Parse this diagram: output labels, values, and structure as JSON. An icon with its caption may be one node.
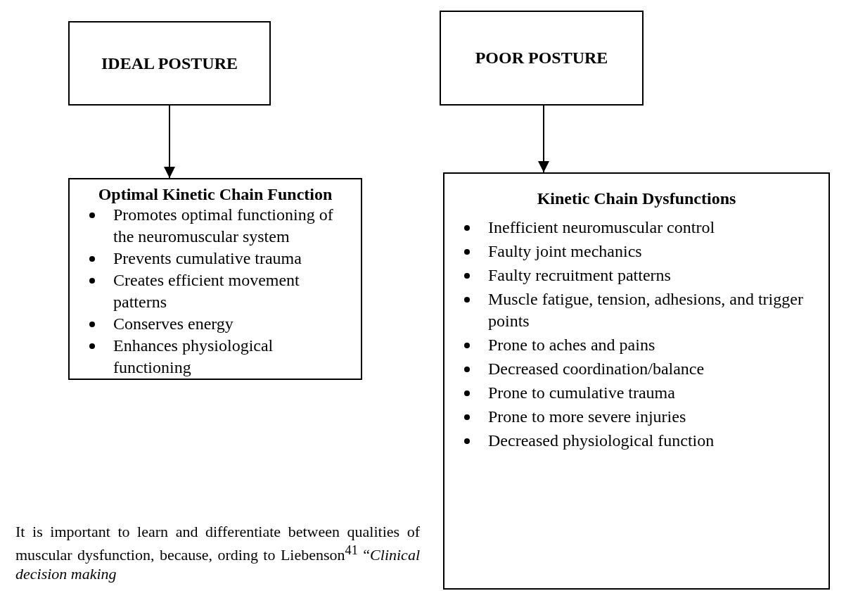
{
  "diagram": {
    "nodes": [
      {
        "text": [
          "IDEAL POSTURE"
        ]
      },
      {
        "text": [
          "POOR POSTURE"
        ]
      },
      {
        "text": [
          "Optimal Kinetic Chain Function",
          "Promotes optimal functioning of the neuromuscular system",
          "Prevents cumulative trauma",
          "Creates efficient movement patterns",
          "Conserves energy",
          "Enhances physiological functioning"
        ]
      },
      {
        "text": [
          "Kinetic Chain Dysfunctions",
          "Inefficient neuromuscular control",
          "Faulty joint mechanics",
          "Faulty recruitment patterns",
          "Muscle fatigue, tension, adhesions, and trigger points",
          "Prone to aches and pains",
          "Decreased coordination/balance",
          "Prone to cumulative trauma",
          "Prone to more severe injuries",
          "Decreased physiological function"
        ]
      }
    ],
    "edges": [
      {
        "from": 0,
        "to": 2,
        "arrow": "to"
      },
      {
        "from": 1,
        "to": 3,
        "arrow": "to"
      }
    ],
    "labels": [
      "It is important to learn and differentiate between qualities of muscular dysfunction, because, ording to Liebenson$^{41}$ “*Clinical decision making*"
    ]
  }
}
